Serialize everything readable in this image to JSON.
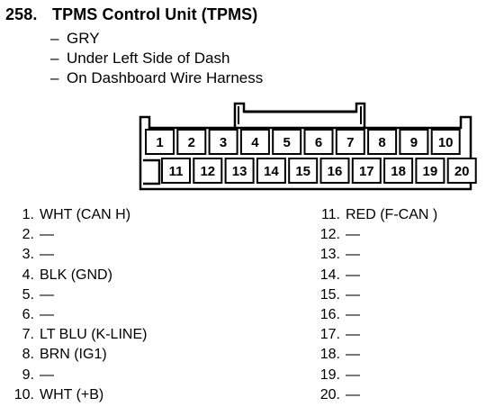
{
  "header": {
    "number": "258.",
    "title": "TPMS Control Unit (TPMS)"
  },
  "bullets": [
    {
      "dash": "–",
      "text": "GRY"
    },
    {
      "dash": "–",
      "text": "Under Left Side of Dash"
    },
    {
      "dash": "–",
      "text": "On Dashboard Wire Harness"
    }
  ],
  "connector": {
    "top_row": [
      "1",
      "2",
      "3",
      "4",
      "5",
      "6",
      "7",
      "8",
      "9",
      "10"
    ],
    "bottom_row": [
      "11",
      "12",
      "13",
      "14",
      "15",
      "16",
      "17",
      "18",
      "19",
      "20"
    ]
  },
  "pins_left": [
    {
      "num": "1.",
      "desc": "WHT (CAN H)"
    },
    {
      "num": "2.",
      "desc": "—"
    },
    {
      "num": "3.",
      "desc": "—"
    },
    {
      "num": "4.",
      "desc": "BLK (GND)"
    },
    {
      "num": "5.",
      "desc": "—"
    },
    {
      "num": "6.",
      "desc": "—"
    },
    {
      "num": "7.",
      "desc": "LT BLU (K-LINE)"
    },
    {
      "num": "8.",
      "desc": "BRN (IG1)"
    },
    {
      "num": "9.",
      "desc": "—"
    },
    {
      "num": "10.",
      "desc": "WHT (+B)"
    }
  ],
  "pins_right": [
    {
      "num": "11.",
      "desc": "RED (F-CAN )"
    },
    {
      "num": "12.",
      "desc": "—"
    },
    {
      "num": "13.",
      "desc": "—"
    },
    {
      "num": "14.",
      "desc": "—"
    },
    {
      "num": "15.",
      "desc": "—"
    },
    {
      "num": "16.",
      "desc": "—"
    },
    {
      "num": "17.",
      "desc": "—"
    },
    {
      "num": "18.",
      "desc": "—"
    },
    {
      "num": "19.",
      "desc": "—"
    },
    {
      "num": "20.",
      "desc": "—"
    }
  ]
}
